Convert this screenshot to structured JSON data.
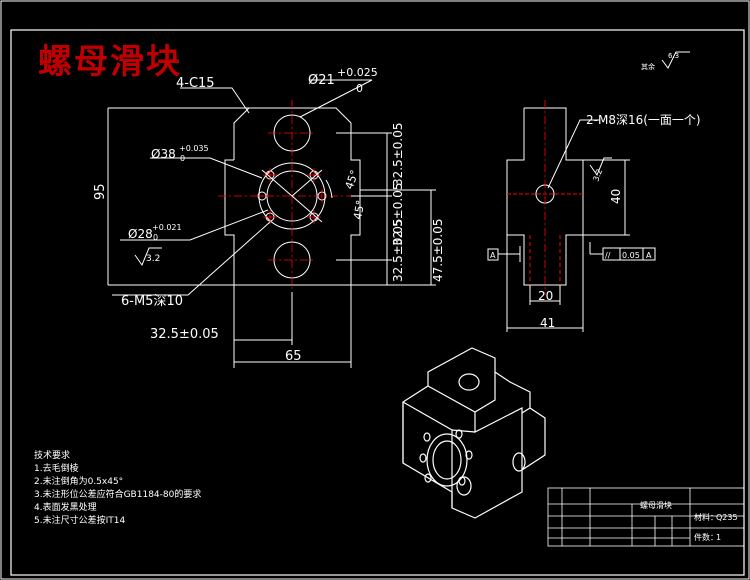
{
  "title": "螺母滑块",
  "front_view": {
    "chamfer": "4-C15",
    "hole_d21": "Ø21",
    "hole_d21_tol_upper": "+0.025",
    "hole_d21_tol_lower": "0",
    "bore_d38": "Ø38",
    "bore_d38_tol_upper": "+0.035",
    "bore_d38_tol_lower": "0",
    "bore_d28": "Ø28",
    "bore_d28_tol_upper": "+0.021",
    "bore_d28_tol_lower": "0",
    "roughness_32": "3.2",
    "angle_45_a": "45°",
    "angle_45_b": "45°",
    "threads": "6-M5深10",
    "dim_height": "95",
    "dim_top_v": "32.5±0.05",
    "dim_mid_v": "32.5±0.05",
    "dim_bottom_v": "32.5±0.05",
    "dim_right_v": "47.5±0.05",
    "dim_h": "32.5±0.05",
    "dim_width": "65"
  },
  "side_view": {
    "thread_note": "2-M8深16(一面一个)",
    "roughness": "3.2",
    "dim_40": "40",
    "dim_20": "20",
    "dim_41": "41",
    "datum": "A",
    "tol_symbol": "//",
    "tol_value": "0.05",
    "tol_datum": "A"
  },
  "corner_roughness": {
    "label": "其余",
    "value": "6.3"
  },
  "notes": {
    "heading": "技术要求",
    "items": [
      "1.去毛倒棱",
      "2.未注倒角为0.5x45°",
      "3.未注形位公差应符合GB1184-80的要求",
      "4.表面发黑处理",
      "5.未注尺寸公差按IT14"
    ]
  },
  "title_block": {
    "part_name": "螺母滑块",
    "material_label": "材料：",
    "material": "Q235",
    "quantity_label": "件数：",
    "quantity": "1"
  },
  "colors": {
    "background": "#000000",
    "line": "#ffffff",
    "centerline": "#ff0000",
    "title": "#c00000"
  }
}
